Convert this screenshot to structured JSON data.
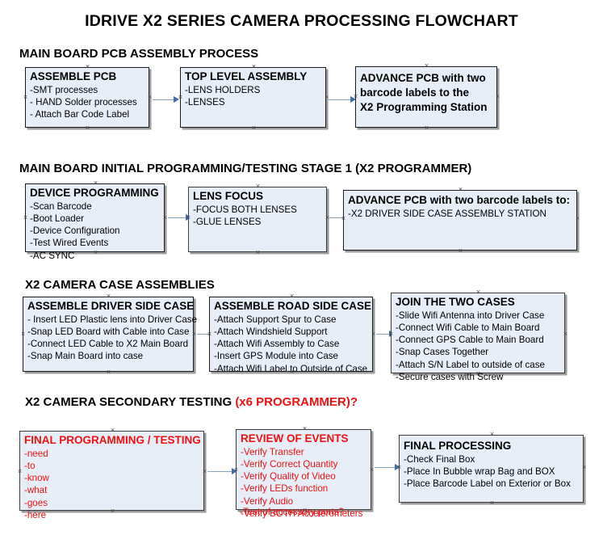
{
  "title": "IDRIVE X2  SERIES CAMERA PROCESSING FLOWCHART",
  "colors": {
    "box_fill": "#e7eef8",
    "box_border": "#1b1b1b",
    "box_shadow": "#9a9a9a",
    "arrow_line": "#8aa5c0",
    "arrow_head": "#3f6aa8",
    "red_text": "#ee1111",
    "black_text": "#000000"
  },
  "sections": [
    {
      "heading": "MAIN BOARD PCB ASSEMBLY PROCESS",
      "heading_red": "",
      "boxes": [
        {
          "title": "ASSEMBLE PCB",
          "lines": [
            "-SMT processes",
            "- HAND Solder processes",
            "- Attach Bar Code Label"
          ]
        },
        {
          "title": "TOP LEVEL ASSEMBLY",
          "lines": [
            "-LENS HOLDERS",
            "-LENSES"
          ]
        },
        {
          "title": "",
          "lines": [
            "ADVANCE PCB with two",
            "barcode labels to the",
            " X2 Programming Station"
          ]
        }
      ]
    },
    {
      "heading": "MAIN BOARD INITIAL PROGRAMMING/TESTING STAGE 1 (X2 PROGRAMMER)",
      "heading_red": "",
      "boxes": [
        {
          "title": "DEVICE PROGRAMMING",
          "lines": [
            "-Scan Barcode",
            "-Boot Loader",
            "-Device Configuration",
            "-Test Wired Events",
            "-AC SYNC"
          ]
        },
        {
          "title": "LENS FOCUS",
          "lines": [
            "-FOCUS BOTH LENSES",
            "-GLUE LENSES"
          ]
        },
        {
          "title": "ADVANCE PCB with two barcode labels to:",
          "lines": [
            "-X2 DRIVER  SIDE  CASE  ASSEMBLY STATION"
          ]
        }
      ]
    },
    {
      "heading": "X2 CAMERA CASE ASSEMBLIES",
      "heading_red": "",
      "boxes": [
        {
          "title": "ASSEMBLE DRIVER SIDE CASE",
          "lines": [
            "- Insert LED Plastic lens into Driver Case",
            "-Snap LED Board with Cable into Case",
            "-Connect LED Cable to X2 Main Board",
            "-Snap Main Board into case"
          ]
        },
        {
          "title": "ASSEMBLE ROAD SIDE CASE",
          "lines": [
            "-Attach Support Spur to Case",
            "-Attach Windshield Support",
            "-Attach Wifi Assembly to Case",
            "-Insert GPS Module into Case",
            "-Attach Wifi Label to Outside of Case"
          ]
        },
        {
          "title": "JOIN THE TWO CASES",
          "lines": [
            "-Slide Wifi Antenna into Driver Case",
            "-Connect Wifi Cable to Main Board",
            "-Connect GPS Cable to Main Board",
            "-Snap Cases Together",
            "-Attach S/N Label to outside of case",
            "-Secure cases with Screw"
          ]
        }
      ]
    },
    {
      "heading": "X2 CAMERA SECONDARY TESTING ",
      "heading_red": "(x6 PROGRAMMER)?",
      "boxes": [
        {
          "title": "FINAL PROGRAMMING / TESTING",
          "lines": [
            "-need",
            "-to",
            "-know",
            "-what",
            "-goes",
            "-here"
          ]
        },
        {
          "title": "REVIEW OF EVENTS",
          "lines": [
            "-Verify Transfer",
            "-Verify Correct Quantity",
            "-Verify Quality of Video",
            "-Verify LEDs function",
            "-Verify Audio",
            "-Verify BOTH Accelerometers"
          ],
          "overflow_line": "-Test of accessory ports?"
        },
        {
          "title": "FINAL PROCESSING",
          "lines": [
            " -Check Final Box",
            "-Place In Bubble wrap Bag and BOX",
            "-Place Barcode Label on Exterior or Box"
          ]
        }
      ]
    }
  ]
}
